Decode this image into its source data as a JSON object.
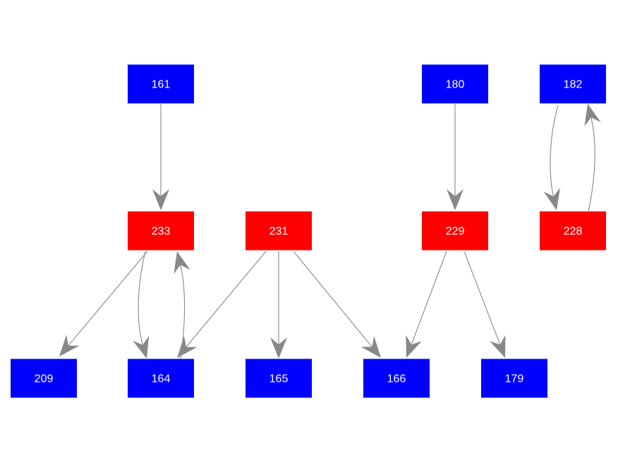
{
  "colors": {
    "blue": "#0000ff",
    "red": "#ff0000",
    "edge": "#888888",
    "label": "#ffffff"
  },
  "nodes": [
    {
      "id": "161",
      "label": "161",
      "color": "blue"
    },
    {
      "id": "180",
      "label": "180",
      "color": "blue"
    },
    {
      "id": "182",
      "label": "182",
      "color": "blue"
    },
    {
      "id": "233",
      "label": "233",
      "color": "red"
    },
    {
      "id": "231",
      "label": "231",
      "color": "red"
    },
    {
      "id": "229",
      "label": "229",
      "color": "red"
    },
    {
      "id": "228",
      "label": "228",
      "color": "red"
    },
    {
      "id": "209",
      "label": "209",
      "color": "blue"
    },
    {
      "id": "164",
      "label": "164",
      "color": "blue"
    },
    {
      "id": "165",
      "label": "165",
      "color": "blue"
    },
    {
      "id": "166",
      "label": "166",
      "color": "blue"
    },
    {
      "id": "179",
      "label": "179",
      "color": "blue"
    }
  ],
  "edges": [
    {
      "from": "161",
      "to": "233"
    },
    {
      "from": "180",
      "to": "229"
    },
    {
      "from": "182",
      "to": "228"
    },
    {
      "from": "228",
      "to": "182"
    },
    {
      "from": "233",
      "to": "209"
    },
    {
      "from": "233",
      "to": "164"
    },
    {
      "from": "164",
      "to": "233"
    },
    {
      "from": "231",
      "to": "164"
    },
    {
      "from": "231",
      "to": "165"
    },
    {
      "from": "231",
      "to": "166"
    },
    {
      "from": "229",
      "to": "166"
    },
    {
      "from": "229",
      "to": "179"
    }
  ]
}
